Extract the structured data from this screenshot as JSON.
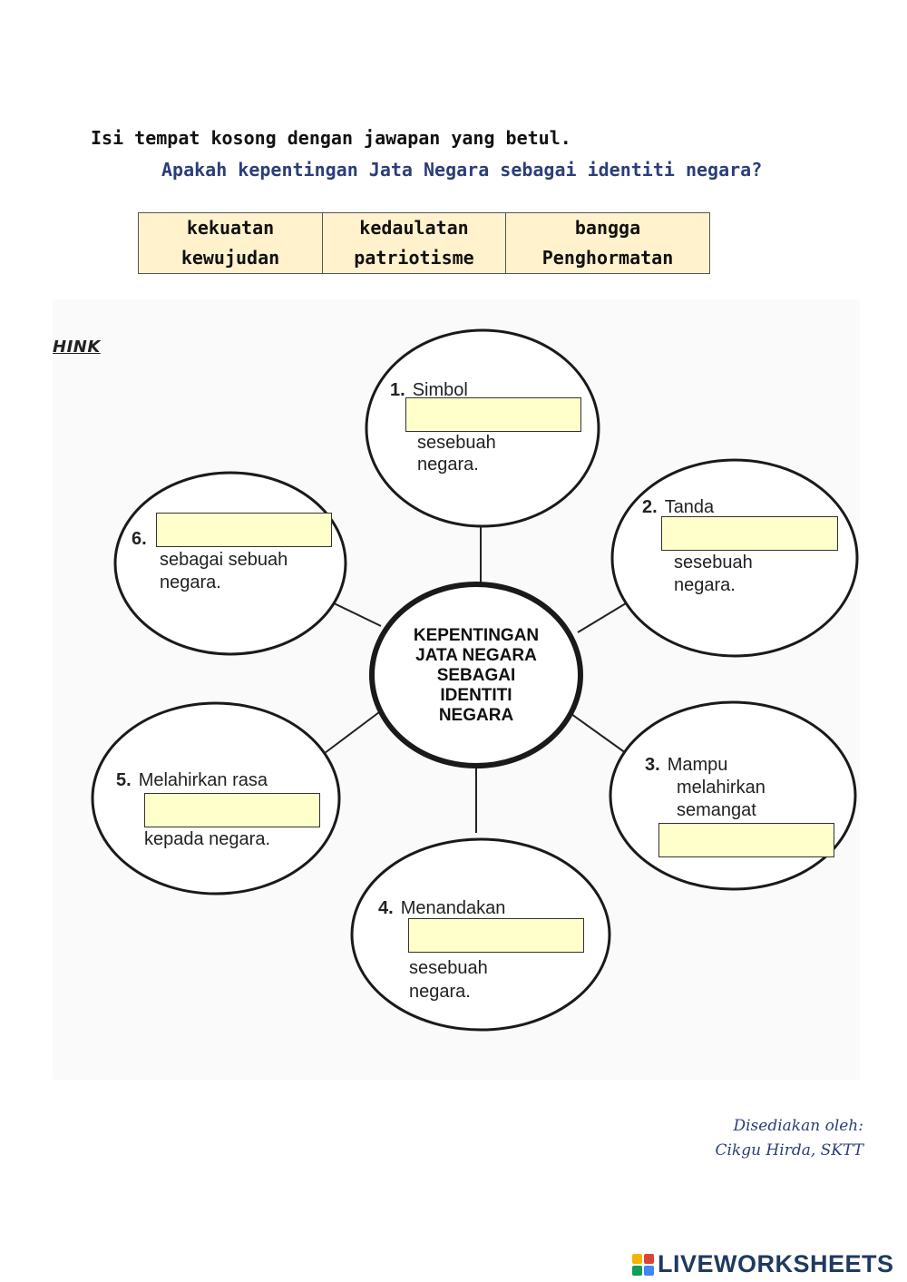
{
  "instruction": "Isi tempat kosong dengan jawapan yang betul.",
  "question": "Apakah kepentingan Jata Negara sebagai identiti negara?",
  "word_bank": [
    {
      "line1": "kekuatan",
      "line2": "kewujudan"
    },
    {
      "line1": "kedaulatan",
      "line2": "patriotisme"
    },
    {
      "line1": "bangga",
      "line2": "Penghormatan"
    }
  ],
  "think_label": "HINK",
  "center": {
    "lines": [
      "KEPENTINGAN",
      "JATA NEGARA",
      "SEBAGAI",
      "IDENTITI",
      "NEGARA"
    ]
  },
  "bubbles": [
    {
      "number": "1.",
      "lead": "Simbol",
      "after1": "sesebuah",
      "after2": "negara."
    },
    {
      "number": "2.",
      "lead": "Tanda",
      "after1": "sesebuah",
      "after2": "negara."
    },
    {
      "number": "3.",
      "lead": "Mampu",
      "lead2": "melahirkan",
      "lead3": "semangat"
    },
    {
      "number": "4.",
      "lead": "Menandakan",
      "after1": "sesebuah",
      "after2": "negara."
    },
    {
      "number": "5.",
      "lead": "Melahirkan rasa",
      "after1": "kepada negara."
    },
    {
      "number": "6.",
      "after1": "sebagai sebuah",
      "after2": "negara."
    }
  ],
  "credit": {
    "line1": "Disediakan oleh:",
    "line2": "Cikgu Hirda, SKTT"
  },
  "brand": "LIVEWORKSHEETS",
  "colors": {
    "question_text": "#2c3e79",
    "word_bank_bg": "#fff2cc",
    "answer_box_bg": "#ffffcc",
    "brand_text": "#1f3a5f"
  }
}
